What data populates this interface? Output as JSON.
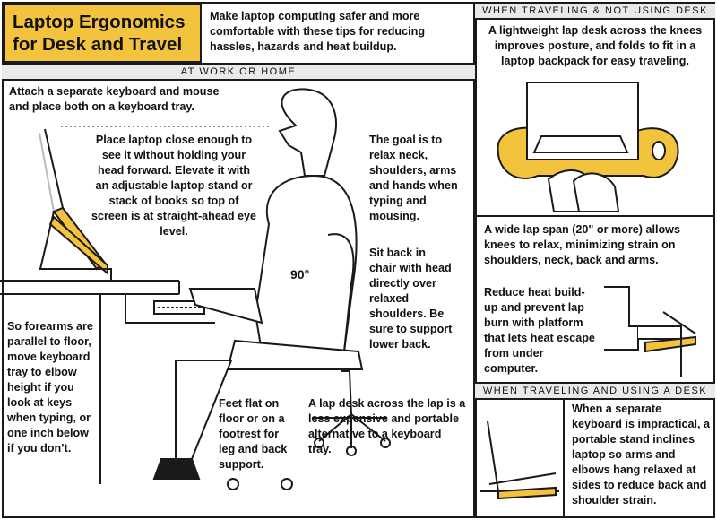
{
  "title": {
    "line1": "Laptop Ergonomics",
    "line2": "for Desk and Travel"
  },
  "intro": "Make laptop computing safer and more comfortable with these tips for reducing hassles, hazards and heat buildup.",
  "sections": {
    "work": {
      "header": "AT WORK OR HOME",
      "keyboard_tip": "Attach a separate keyboard and mouse and place both on a keyboard tray.",
      "laptop_tip": "Place laptop close enough to see it without holding your head forward. Elevate it with an adjustable laptop stand or stack of books so top of screen is at straight-ahead eye level.",
      "goal_tip": "The goal is to relax neck, shoulders, arms and hands when typing and mousing.",
      "sit_tip": "Sit back in chair with head directly over relaxed shoulders. Be sure to support lower back.",
      "forearm_tip": "So forearms are parallel to floor, move keyboard tray to elbow height if you look at keys when typing, or one inch below if you don’t.",
      "feet_tip": "Feet flat on floor or on a footrest for leg and back support.",
      "lapdesk_tip": "A lap desk across the lap is a less expensive and portable alternative to a keyboard tray.",
      "angle_label": "90°"
    },
    "travel_no_desk": {
      "header": "WHEN TRAVELING & NOT USING DESK",
      "lightweight_tip": "A lightweight lap desk across the knees improves posture, and folds to fit in a laptop backpack for easy traveling.",
      "span_tip": "A wide lap span (20\" or more) allows knees to relax, minimizing strain on shoulders, neck, back and arms.",
      "heat_tip": "Reduce heat build-up and prevent lap burn with platform that lets heat escape from under computer."
    },
    "travel_desk": {
      "header": "WHEN TRAVELING AND USING A DESK",
      "stand_tip": "When a separate keyboard is impractical, a portable stand inclines laptop so arms and elbows hang relaxed at sides to reduce back and shoulder strain."
    }
  },
  "colors": {
    "accent": "#f3c33e",
    "ink": "#1a1a1a",
    "bar": "#e9e9e9"
  }
}
